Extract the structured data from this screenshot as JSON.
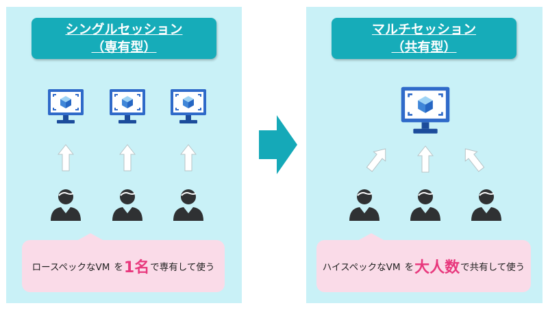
{
  "left": {
    "title_line1": "シングルセッション",
    "title_line2": "（専有型）",
    "caption_pre": "ロースペックなVM",
    "caption_particle": "を",
    "caption_highlight": "1名",
    "caption_post": "で専有して使う"
  },
  "right": {
    "title_line1": "マルチセッション",
    "title_line2": "（共有型）",
    "caption_pre": "ハイスペックなVM",
    "caption_particle": "を",
    "caption_highlight": "大人数",
    "caption_post": "で共有して使う"
  },
  "colors": {
    "panel_bg": "#c9f1f7",
    "title_bg": "#16acb9",
    "flow_arrow": "#15a9b8",
    "caption_bg": "#fadbe8",
    "highlight": "#e8387d",
    "monitor_blue": "#2f6ac9",
    "user_dark": "#2f3133"
  },
  "icons": {
    "monitor": "vm-monitor-icon",
    "user": "user-icon",
    "arrow": "up-arrow-icon",
    "flow": "right-arrow-icon"
  }
}
